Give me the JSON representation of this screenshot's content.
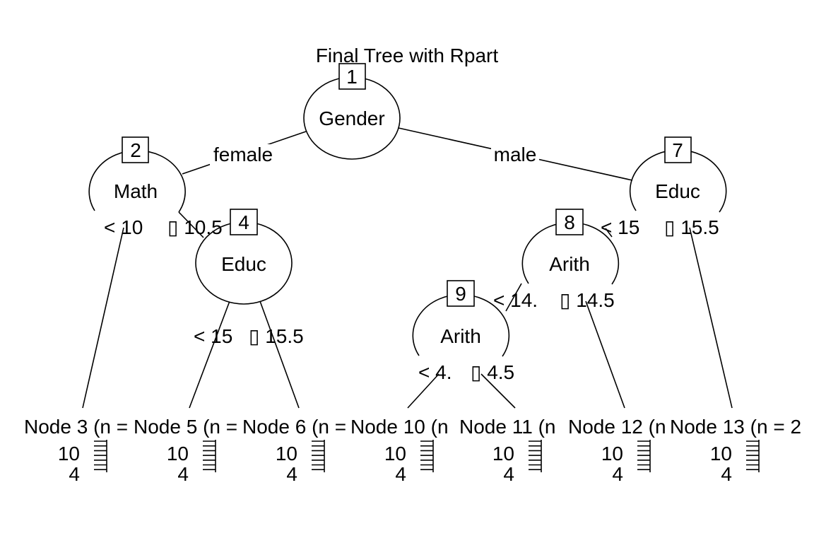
{
  "title": "Final Tree with Rpart",
  "inner_nodes": [
    {
      "id": "1",
      "variable": "Gender"
    },
    {
      "id": "2",
      "variable": "Math"
    },
    {
      "id": "4",
      "variable": "Educ"
    },
    {
      "id": "7",
      "variable": "Educ"
    },
    {
      "id": "8",
      "variable": "Arith"
    },
    {
      "id": "9",
      "variable": "Arith"
    }
  ],
  "splits": {
    "n1_left": "female",
    "n1_right": "male",
    "n2_left": "< 10",
    "n2_right": "▯ 10.5",
    "n4_left": "< 15",
    "n4_right": "▯ 15.5",
    "n7_left": "< 15",
    "n7_right": "▯ 15.5",
    "n8_left": "< 14.",
    "n8_right": "▯ 14.5",
    "n9_left": "< 4.",
    "n9_right": "▯ 4.5"
  },
  "leaves": [
    {
      "label": "Node 3 (n =",
      "tick_top": "10",
      "tick_bottom": "4"
    },
    {
      "label": "Node 5 (n =",
      "tick_top": "10",
      "tick_bottom": "4"
    },
    {
      "label": "Node 6 (n =",
      "tick_top": "10",
      "tick_bottom": "4"
    },
    {
      "label": "Node 10 (n",
      "tick_top": "10",
      "tick_bottom": "4"
    },
    {
      "label": "Node 11 (n",
      "tick_top": "10",
      "tick_bottom": "4"
    },
    {
      "label": "Node 12 (n",
      "tick_top": "10",
      "tick_bottom": "4"
    },
    {
      "label": "Node 13 (n = 2",
      "tick_top": "10",
      "tick_bottom": "4"
    }
  ]
}
